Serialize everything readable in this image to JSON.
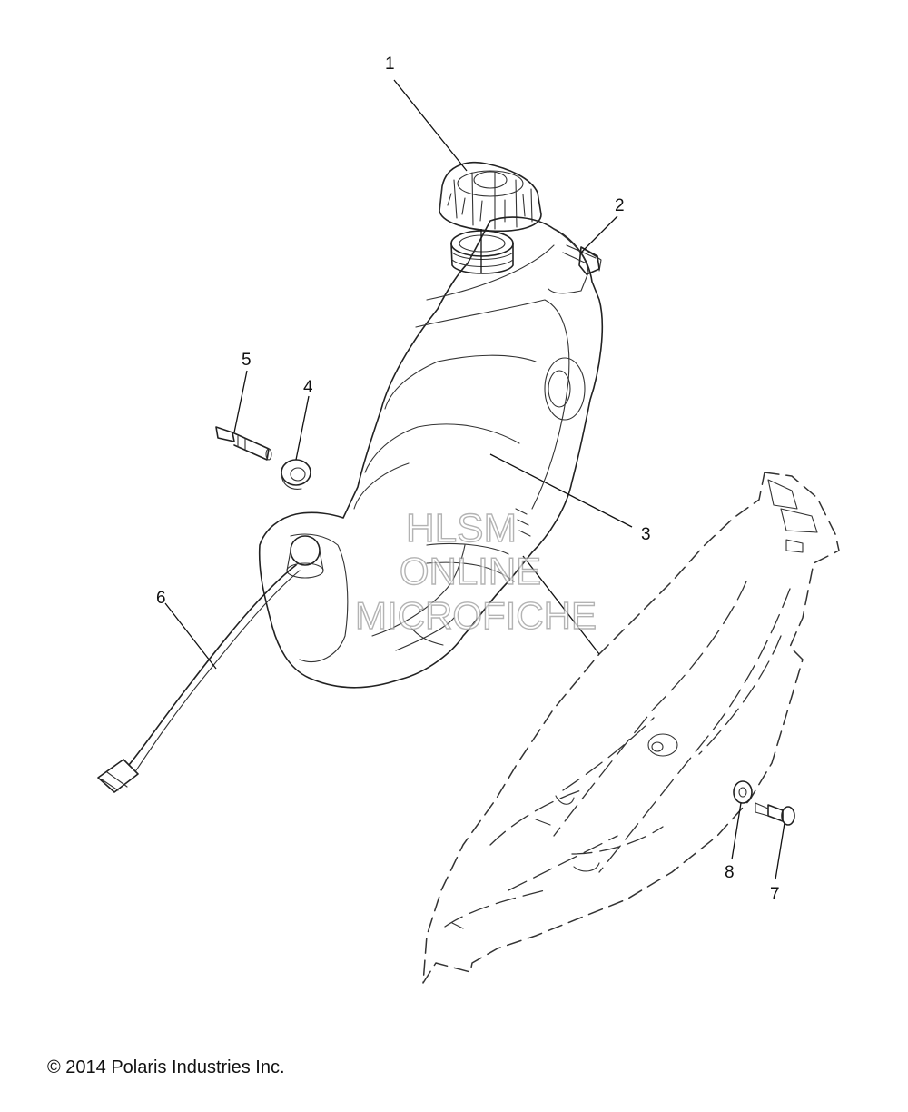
{
  "diagram": {
    "callouts": [
      {
        "id": "1",
        "text": "1"
      },
      {
        "id": "2",
        "text": "2"
      },
      {
        "id": "3",
        "text": "3"
      },
      {
        "id": "4",
        "text": "4"
      },
      {
        "id": "5",
        "text": "5"
      },
      {
        "id": "6",
        "text": "6"
      },
      {
        "id": "7",
        "text": "7"
      },
      {
        "id": "8",
        "text": "8"
      }
    ],
    "watermark": {
      "line1": "HLSM",
      "line2": "ONLINE",
      "line3": "MICROFICHE"
    },
    "copyright": "© 2014 Polaris Industries Inc."
  }
}
